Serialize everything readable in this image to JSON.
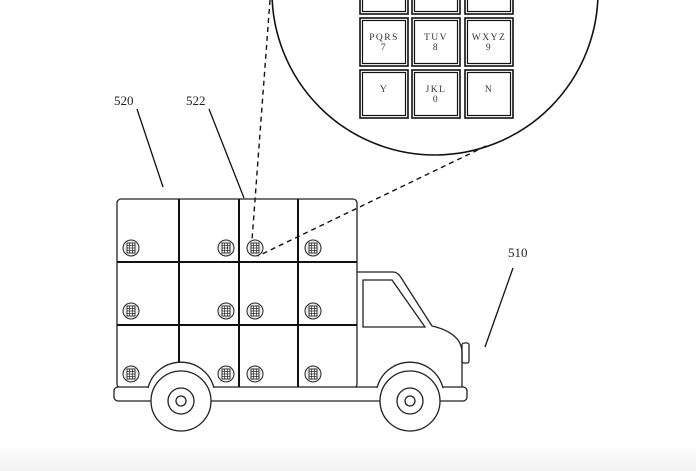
{
  "figure": {
    "labels": {
      "vehicle": "510",
      "storage_unit": "520",
      "locker": "522"
    },
    "keypad": {
      "keys": [
        {
          "letters": "",
          "digit": ""
        },
        {
          "letters": "",
          "digit": ""
        },
        {
          "letters": "",
          "digit": ""
        },
        {
          "letters": "PQRS",
          "digit": "7"
        },
        {
          "letters": "TUV",
          "digit": "8"
        },
        {
          "letters": "WXYZ",
          "digit": "9"
        },
        {
          "letters": "Y",
          "digit": ""
        },
        {
          "letters": "JKL",
          "digit": "0"
        },
        {
          "letters": "N",
          "digit": ""
        }
      ]
    },
    "locker_grid": {
      "rows": 3,
      "columns": 4
    },
    "colors": {
      "line": "#111111",
      "background": "#ffffff"
    }
  }
}
